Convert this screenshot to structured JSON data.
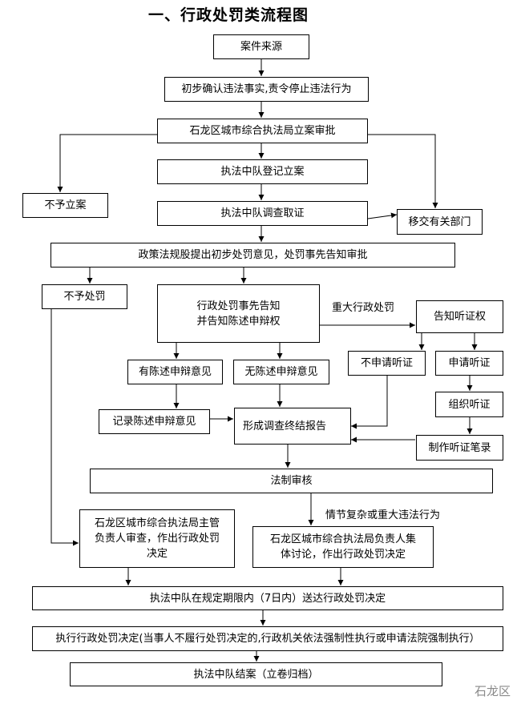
{
  "title": "一、行政处罚类流程图",
  "nodes": {
    "case_source": "案件来源",
    "initial_confirm": "初步确认违法事实,责令停止违法行为",
    "bureau_approval": "石龙区城市综合执法局立案审批",
    "no_filing": "不予立案",
    "register_filing": "执法中队登记立案",
    "investigate": "执法中队调查取证",
    "transfer_dept": "移交有关部门",
    "policy_opinion": "政策法规股提出初步处罚意见，处罚事先告知审批",
    "no_penalty": "不予处罚",
    "prior_notice_1": "行政处罚事先告知",
    "prior_notice_2": "并告知陈述申辩权",
    "notify_hearing": "告知听证权",
    "has_defense": "有陈述申辩意见",
    "no_defense": "无陈述申辩意见",
    "no_hearing_request": "不申请听证",
    "request_hearing": "申请听证",
    "organize_hearing": "组织听证",
    "record_defense": "记录陈述申辩意见",
    "final_report": "形成调查终结报告",
    "hearing_record": "制作听证笔录",
    "legal_review": "法制审核",
    "chief_review_1": "石龙区城市综合执法局主管",
    "chief_review_2": "负责人审查，作出行政处罚",
    "chief_review_3": "决定",
    "collective_1": "石龙区城市综合执法局负责人集",
    "collective_2": "体讨论，作出行政处罚决定",
    "deliver_decision": "执法中队在规定期限内（7日内）送达行政处罚决定",
    "execute_decision": "执行行政处罚决定(当事人不履行处罚决定的,行政机关依法强制性执行或申请法院强制执行）",
    "close_case": "执法中队结案（立卷归档）"
  },
  "labels": {
    "major_penalty": "重大行政处罚",
    "complex_case": "情节复杂或重大违法行为"
  },
  "watermark": "石龙区"
}
